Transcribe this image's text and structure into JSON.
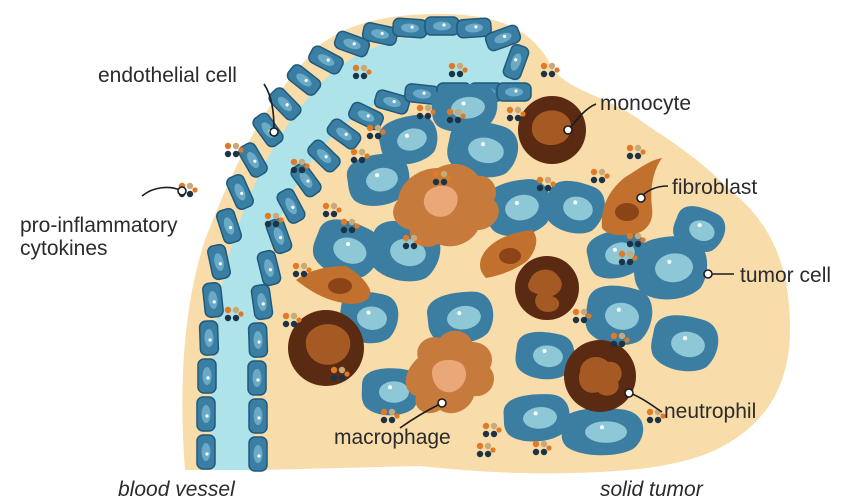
{
  "labels": {
    "endothelial_cell": "endothelial cell",
    "cytokines_line1": "pro-inflammatory",
    "cytokines_line2": "cytokines",
    "monocyte": "monocyte",
    "fibroblast": "fibroblast",
    "tumor_cell": "tumor cell",
    "neutrophil": "neutrophil",
    "macrophage": "macrophage",
    "blood_vessel": "blood vessel",
    "solid_tumor": "solid tumor"
  },
  "colors": {
    "tissue": "#f8dcaa",
    "vessel_lumen": "#aee3ea",
    "endothelial": "#3a7fa3",
    "tumor_cell": "#3b7ea2",
    "tumor_nucleus": "#8ec7d6",
    "macrophage": "#c67b3c",
    "macrophage_nucleus": "#eaa878",
    "fibroblast": "#c1702e",
    "monocyte": "#5a2a12",
    "monocyte_nucleus": "#a55a24",
    "cytokine_dark": "#1c3345",
    "cytokine_orange": "#e07a25",
    "cytokine_tan": "#c8aa7a"
  },
  "icons": {
    "cytokine": "cytokine-cluster-icon",
    "blood_vessel": "blood-vessel-icon",
    "tumor": "solid-tumor-icon"
  }
}
